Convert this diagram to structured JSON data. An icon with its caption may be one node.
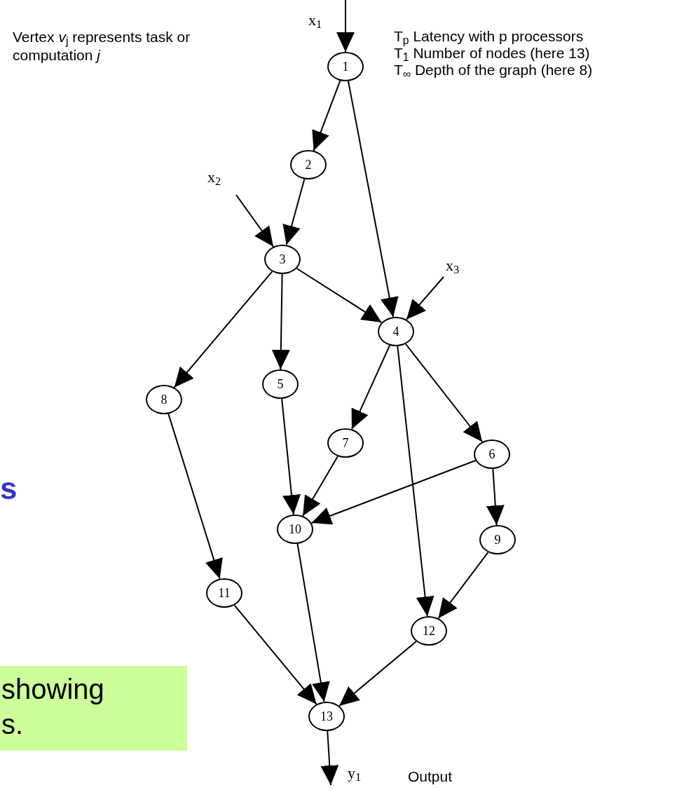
{
  "diagram": {
    "nodes": [
      {
        "text": [
          "1"
        ]
      },
      {
        "text": [
          "2"
        ]
      },
      {
        "text": [
          "3"
        ]
      },
      {
        "text": [
          "4"
        ]
      },
      {
        "text": [
          "5"
        ]
      },
      {
        "text": [
          "6"
        ]
      },
      {
        "text": [
          "7"
        ]
      },
      {
        "text": [
          "8"
        ]
      },
      {
        "text": [
          "9"
        ]
      },
      {
        "text": [
          "10"
        ]
      },
      {
        "text": [
          "11"
        ]
      },
      {
        "text": [
          "12"
        ]
      },
      {
        "text": [
          "13"
        ]
      },
      {
        "text": [
          "showing s."
        ]
      }
    ],
    "edges": [
      {
        "from": 0,
        "to": 1,
        "arrow": "to"
      },
      {
        "from": 0,
        "to": 3,
        "arrow": "to"
      },
      {
        "from": 1,
        "to": 2,
        "arrow": "to"
      },
      {
        "from": 2,
        "to": 7,
        "arrow": "to"
      },
      {
        "from": 2,
        "to": 4,
        "arrow": "to"
      },
      {
        "from": 2,
        "to": 3,
        "arrow": "to"
      },
      {
        "from": 3,
        "to": 6,
        "arrow": "to"
      },
      {
        "from": 3,
        "to": 11,
        "arrow": "to"
      },
      {
        "from": 3,
        "to": 5,
        "arrow": "to"
      },
      {
        "from": 4,
        "to": 9,
        "arrow": "to"
      },
      {
        "from": 6,
        "to": 9,
        "arrow": "to"
      },
      {
        "from": 5,
        "to": 9,
        "arrow": "to"
      },
      {
        "from": 5,
        "to": 8,
        "arrow": "to"
      },
      {
        "from": 7,
        "to": 10,
        "arrow": "to"
      },
      {
        "from": 8,
        "to": 11,
        "arrow": "to"
      },
      {
        "from": 9,
        "to": 12,
        "arrow": "to"
      },
      {
        "from": 10,
        "to": 12,
        "arrow": "to"
      },
      {
        "from": 11,
        "to": 12,
        "arrow": "to"
      },
      {
        "from": null,
        "to": 0,
        "arrow": "to",
        "label": "x$_{1}$"
      },
      {
        "from": null,
        "to": 2,
        "arrow": "to",
        "label": "x$_{2}$"
      },
      {
        "from": null,
        "to": 3,
        "arrow": "to",
        "label": "x$_{3}$"
      },
      {
        "from": 12,
        "to": null,
        "arrow": "to",
        "label": "y$_{1}$"
      }
    ],
    "labels": [
      "Vertex *v*$_{j}$ represents task or computation *j*",
      "T$_{p}$ Latency with p processors",
      "T$_{1}$ Number of nodes (here 13)",
      "T$_{∞}$ Depth of the graph (here 8)",
      "s",
      "Output"
    ]
  }
}
